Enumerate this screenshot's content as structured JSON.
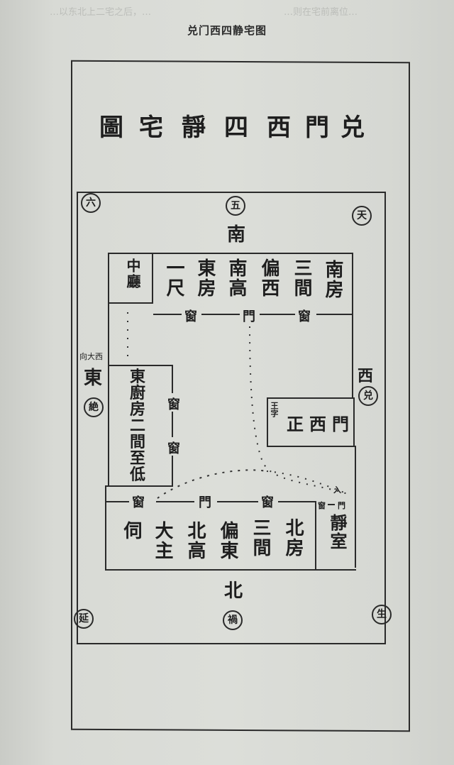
{
  "page": {
    "heading": "兑门西四静宅图",
    "ghost_top_left": "…以东北上二宅之后，…",
    "ghost_top_right": "…则在宅前离位…"
  },
  "diagram": {
    "title_chars": [
      "圖",
      "宅",
      "靜",
      "四",
      "西",
      "門",
      "兑"
    ],
    "directions": {
      "south": "南",
      "north": "北",
      "east": "東",
      "west": "西",
      "east_note": "向大西"
    },
    "stars": {
      "top_left": "六",
      "top_center": "五",
      "top_right": "天",
      "east": "絶",
      "west": "兑",
      "bottom_left": "延",
      "bottom_center": "禍",
      "bottom_right": "生"
    },
    "rooms": {
      "middle_hall": [
        "中",
        "廳"
      ],
      "south_row_columns": [
        [
          "一",
          "尺"
        ],
        [
          "東",
          "房"
        ],
        [
          "南",
          "高"
        ],
        [
          "偏",
          "西"
        ],
        [
          "三",
          "間"
        ],
        [
          "南",
          "房"
        ]
      ],
      "south_wall_openings": [
        "窗",
        "門",
        "窗"
      ],
      "east_kitchen": [
        "東",
        "廚",
        "房",
        "二",
        "間",
        "至",
        "低"
      ],
      "east_kitchen_openings": [
        "窗",
        "窗"
      ],
      "west_gate_label": "正西門",
      "west_gate_side": "王字",
      "north_wall_openings": [
        "窗",
        "門",
        "窗"
      ],
      "north_row_columns": [
        [
          "伺"
        ],
        [
          "大",
          "主"
        ],
        [
          "北",
          "高"
        ],
        [
          "偏",
          "東"
        ],
        [
          "三",
          "間"
        ],
        [
          "北",
          "房"
        ]
      ],
      "quiet_room": [
        "靜",
        "室"
      ],
      "quiet_room_openings": [
        "窗",
        "門"
      ],
      "path_mark": "入"
    }
  }
}
